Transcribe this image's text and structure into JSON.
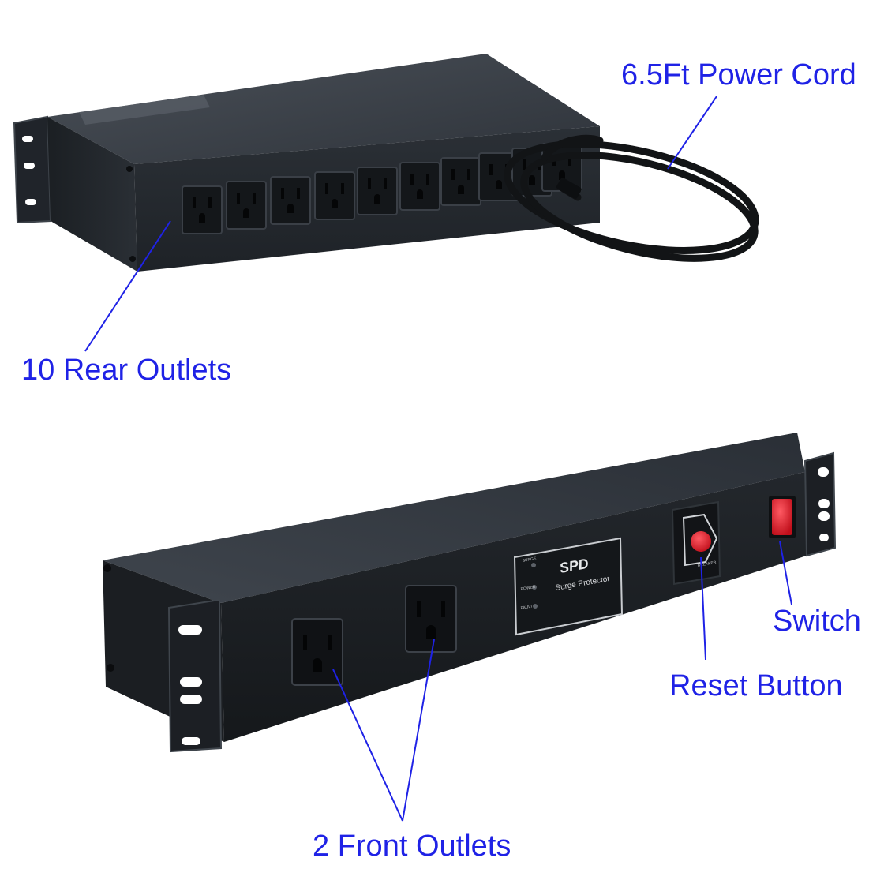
{
  "labels": {
    "power_cord": "6.5Ft Power Cord",
    "rear_outlets": "10 Rear Outlets",
    "switch": "Switch",
    "reset_button": "Reset Button",
    "front_outlets": "2 Front Outlets"
  },
  "panel": {
    "brand": "SPD",
    "subtitle": "Surge Protector",
    "indicators": [
      "SURGE",
      "POWER",
      "FAULT"
    ],
    "breaker_label": "BREAKER"
  },
  "colors": {
    "callout": "#1f22e6",
    "chassis": "#2b3038",
    "reset": "#e0202e",
    "switch": "#ea2130"
  }
}
